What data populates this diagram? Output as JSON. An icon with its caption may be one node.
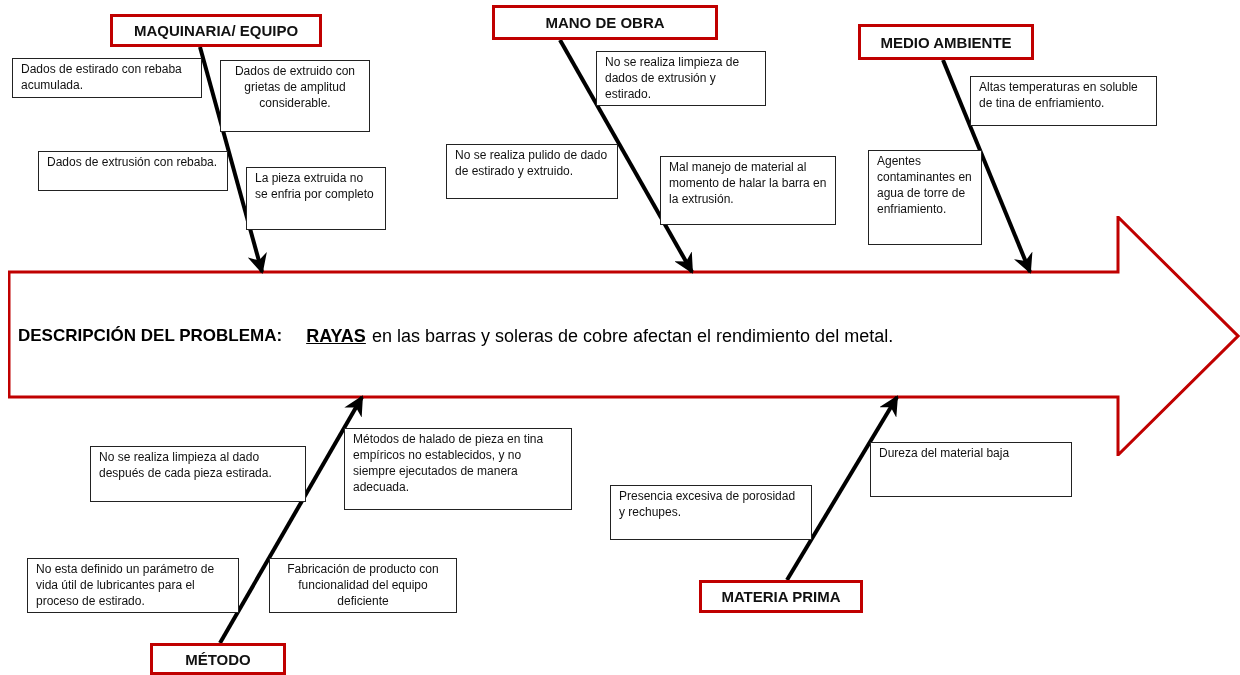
{
  "diagram": {
    "nodes": [
      {
        "text": [
          "MAQUINARIA/ EQUIPO"
        ]
      },
      {
        "text": [
          "Dados de estirado con rebaba acumulada."
        ]
      },
      {
        "text": [
          "Dados de extruido con grietas de amplitud considerable."
        ]
      },
      {
        "text": [
          "Dados de extrusión con rebaba."
        ]
      },
      {
        "text": [
          "La pieza extruida no se enfria por completo"
        ]
      },
      {
        "text": [
          "MANO DE OBRA"
        ]
      },
      {
        "text": [
          "No se realiza limpieza de dados de extrusión y estirado."
        ]
      },
      {
        "text": [
          "No se realiza pulido de dado de estirado y extruido."
        ]
      },
      {
        "text": [
          "Mal manejo de material al momento de halar la barra en la extrusión."
        ]
      },
      {
        "text": [
          "MEDIO AMBIENTE"
        ]
      },
      {
        "text": [
          "Altas temperaturas en soluble de tina de enfriamiento."
        ]
      },
      {
        "text": [
          "Agentes contaminantes en agua de torre de enfriamiento."
        ]
      },
      {
        "text": [
          "DESCRIPCIÓN DEL PROBLEMA:",
          "RAYAS",
          "en las barras y soleras de cobre afectan el rendimiento del metal."
        ]
      },
      {
        "text": [
          "Métodos de halado de pieza en tina empíricos no establecidos, y no siempre ejecutados de manera adecuada."
        ]
      },
      {
        "text": [
          "No se realiza limpieza al dado después de cada pieza estirada."
        ]
      },
      {
        "text": [
          "No esta definido un parámetro de vida útil de lubricantes para el proceso de estirado."
        ]
      },
      {
        "text": [
          "Fabricación de producto con funcionalidad del equipo deficiente"
        ]
      },
      {
        "text": [
          "MÉTODO"
        ]
      },
      {
        "text": [
          "Dureza del material baja"
        ]
      },
      {
        "text": [
          "Presencia excesiva de porosidad y rechupes."
        ]
      },
      {
        "text": [
          "MATERIA PRIMA"
        ]
      }
    ],
    "edges": [
      {
        "from": 0,
        "to": 12,
        "arrow": "to"
      },
      {
        "from": 5,
        "to": 12,
        "arrow": "to"
      },
      {
        "from": 9,
        "to": 12,
        "arrow": "to"
      },
      {
        "from": 17,
        "to": 12,
        "arrow": "to"
      },
      {
        "from": 20,
        "to": 12,
        "arrow": "to"
      }
    ]
  }
}
